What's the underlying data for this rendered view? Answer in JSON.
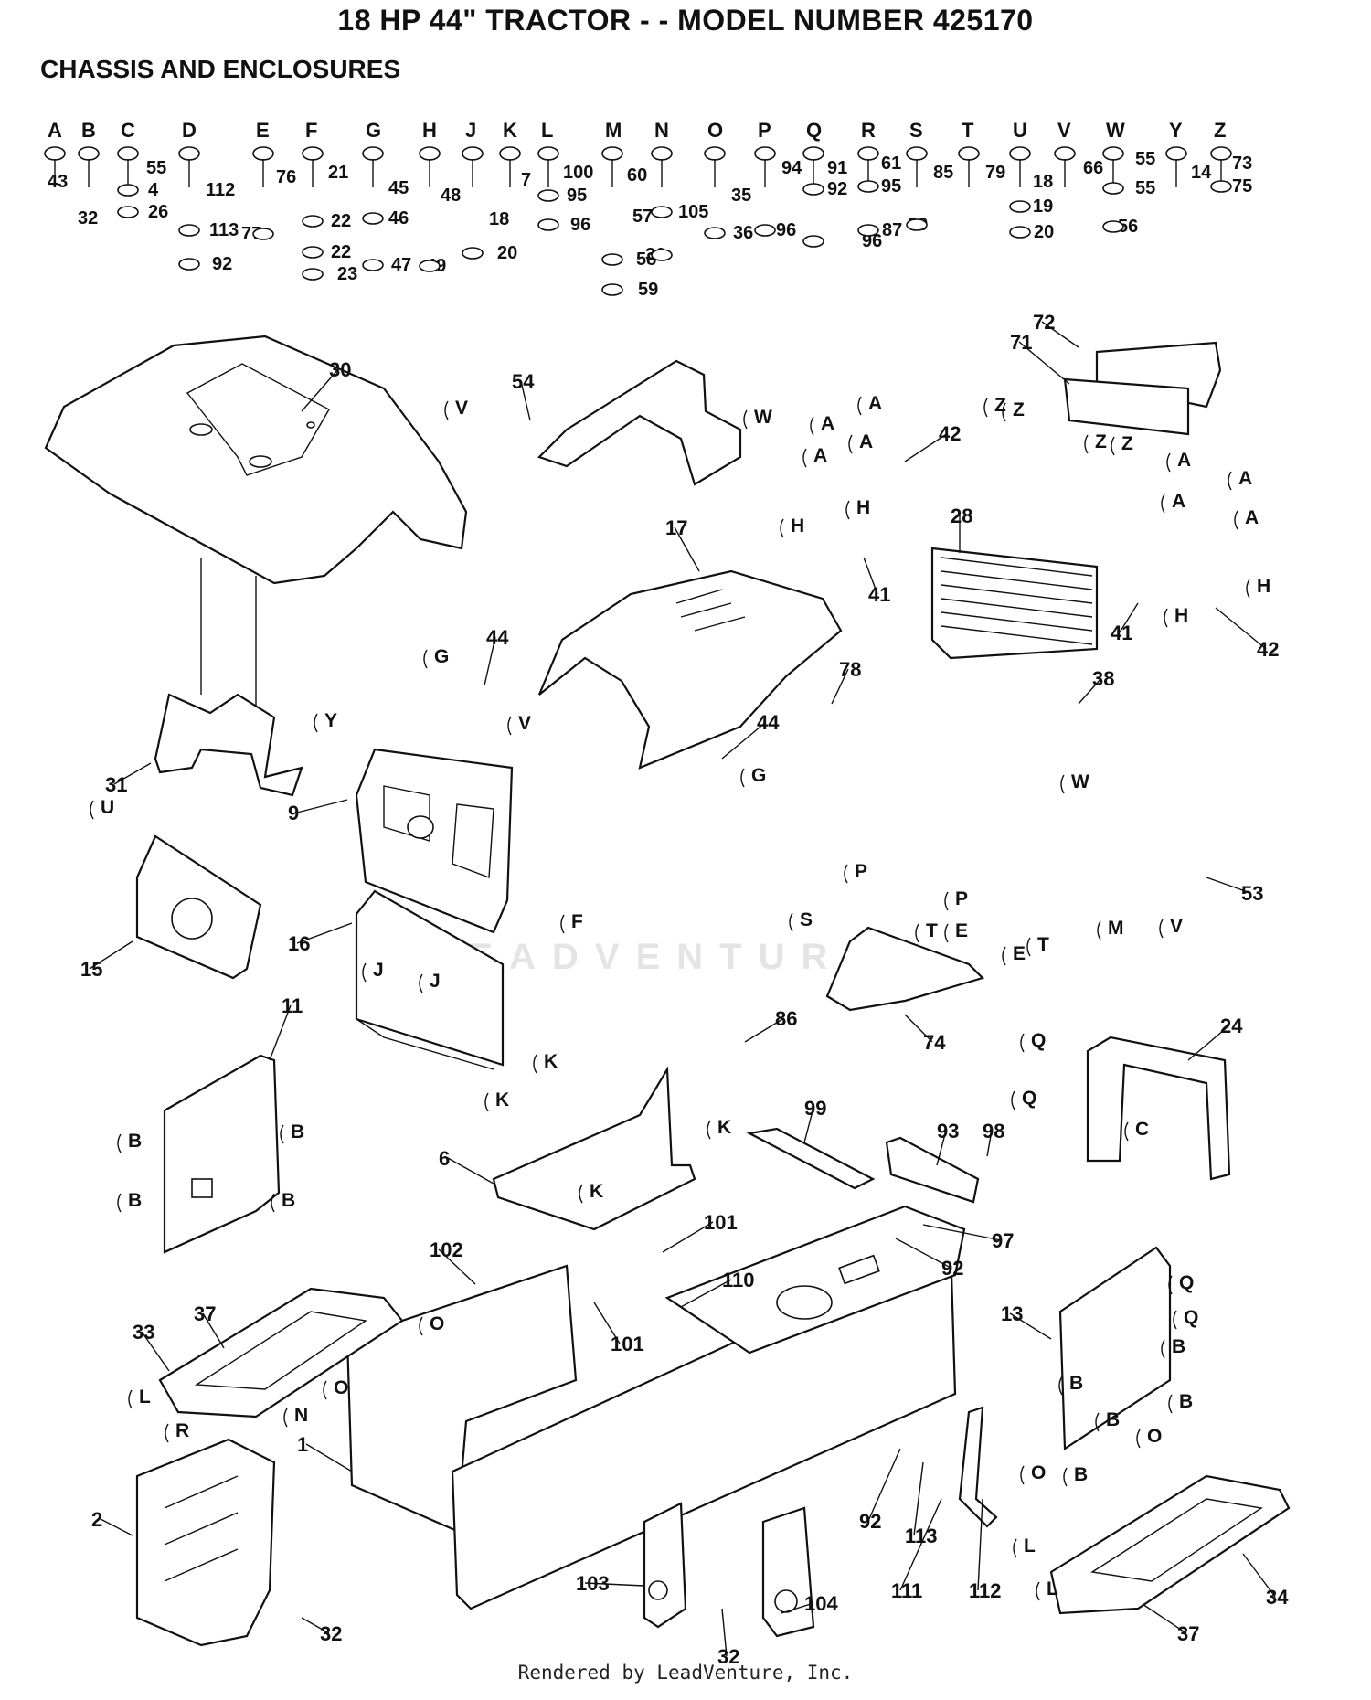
{
  "header": {
    "title": "18 HP 44\" TRACTOR - - MODEL NUMBER 425170",
    "subtitle": "CHASSIS AND ENCLOSURES"
  },
  "footer": {
    "credit": "Rendered by LeadVenture, Inc."
  },
  "watermark": {
    "text": "LEADVENTURE"
  },
  "hardware_columns": [
    {
      "letter": "A",
      "parts": [
        "43"
      ]
    },
    {
      "letter": "B",
      "parts": [
        "32"
      ]
    },
    {
      "letter": "C",
      "parts": [
        "55",
        "4",
        "26"
      ]
    },
    {
      "letter": "D",
      "parts": [
        "112",
        "113",
        "92"
      ]
    },
    {
      "letter": "E",
      "parts": [
        "76",
        "77"
      ]
    },
    {
      "letter": "F",
      "parts": [
        "21",
        "22",
        "22",
        "23"
      ]
    },
    {
      "letter": "G",
      "parts": [
        "45",
        "46",
        "47"
      ]
    },
    {
      "letter": "H",
      "parts": [
        "48",
        "49"
      ]
    },
    {
      "letter": "J",
      "parts": [
        "18",
        "20"
      ]
    },
    {
      "letter": "K",
      "parts": [
        "7"
      ]
    },
    {
      "letter": "L",
      "parts": [
        "100",
        "95",
        "96"
      ]
    },
    {
      "letter": "M",
      "parts": [
        "57",
        "58",
        "59"
      ]
    },
    {
      "letter": "N",
      "parts": [
        "60",
        "105",
        "36"
      ]
    },
    {
      "letter": "O",
      "parts": [
        "35",
        "36"
      ]
    },
    {
      "letter": "P",
      "parts": [
        "94",
        "96"
      ]
    },
    {
      "letter": "Q",
      "parts": [
        "91",
        "92",
        "96"
      ]
    },
    {
      "letter": "R",
      "parts": [
        "61",
        "95",
        "87"
      ]
    },
    {
      "letter": "S",
      "parts": [
        "85",
        "80"
      ]
    },
    {
      "letter": "T",
      "parts": [
        "79"
      ]
    },
    {
      "letter": "U",
      "parts": [
        "18",
        "19",
        "20"
      ]
    },
    {
      "letter": "V",
      "parts": [
        "66"
      ]
    },
    {
      "letter": "W",
      "parts": [
        "55",
        "55",
        "56"
      ]
    },
    {
      "letter": "Y",
      "parts": [
        "14"
      ]
    },
    {
      "letter": "Z",
      "parts": [
        "73",
        "75"
      ]
    }
  ],
  "callouts": [
    "30",
    "54",
    "72",
    "71",
    "42",
    "17",
    "28",
    "41",
    "41",
    "42",
    "44",
    "44",
    "78",
    "38",
    "31",
    "9",
    "53",
    "15",
    "16",
    "74",
    "86",
    "24",
    "11",
    "6",
    "99",
    "93",
    "98",
    "97",
    "92",
    "101",
    "101",
    "102",
    "110",
    "13",
    "37",
    "33",
    "1",
    "2",
    "32",
    "92",
    "113",
    "111",
    "112",
    "103",
    "104",
    "32",
    "34",
    "37"
  ],
  "connectors": [
    "V",
    "W",
    "Z",
    "Z",
    "Z",
    "Z",
    "A",
    "A",
    "A",
    "A",
    "A",
    "A",
    "A",
    "A",
    "H",
    "H",
    "H",
    "H",
    "G",
    "G",
    "Y",
    "V",
    "U",
    "F",
    "S",
    "P",
    "P",
    "M",
    "V",
    "W",
    "T",
    "E",
    "E",
    "T",
    "J",
    "J",
    "K",
    "K",
    "K",
    "K",
    "Q",
    "Q",
    "C",
    "B",
    "B",
    "B",
    "B",
    "Q",
    "Q",
    "B",
    "B",
    "B",
    "B",
    "B",
    "O",
    "O",
    "L",
    "R",
    "N",
    "O",
    "O",
    "L",
    "L"
  ]
}
